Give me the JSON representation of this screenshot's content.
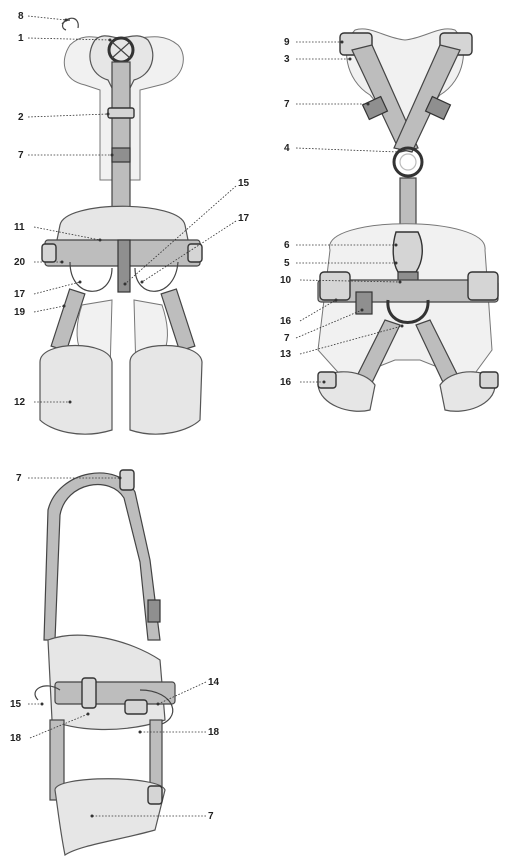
{
  "front_view": {
    "callouts": [
      "8",
      "1",
      "2",
      "7",
      "11",
      "20",
      "17",
      "19",
      "12",
      "15",
      "17"
    ]
  },
  "back_view": {
    "callouts": [
      "9",
      "3",
      "7",
      "4",
      "6",
      "5",
      "10",
      "16",
      "7",
      "13",
      "16"
    ]
  },
  "side_view": {
    "callouts": [
      "7",
      "15",
      "14",
      "18",
      "18",
      "7"
    ]
  },
  "colors": {
    "line": "#333333",
    "strap": "#bdbdbd",
    "pad": "#e6e6e6",
    "background": "#ffffff"
  }
}
